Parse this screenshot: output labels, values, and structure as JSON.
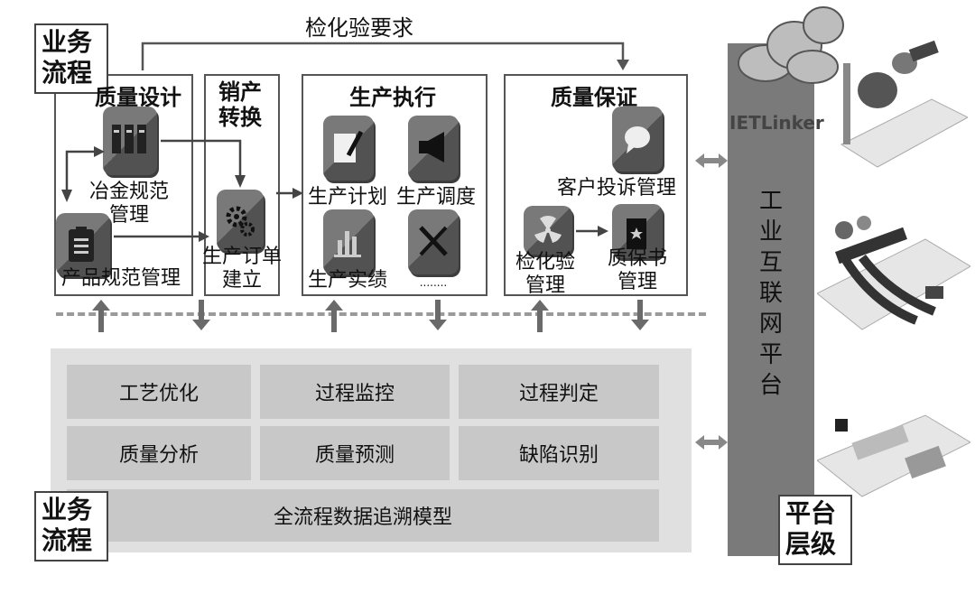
{
  "top_arrow_label": "检化验要求",
  "business_flow_top": "业务\n流程",
  "business_flow_bottom": "业务\n流程",
  "platform_level": "平台\n层级",
  "platform_brand": "IETLinker",
  "platform_column": "工\n业\n互\n联\n网\n平\n台",
  "sections": {
    "quality_design": {
      "title": "质量设计",
      "items": [
        "冶金规范\n管理",
        "产品规范管理"
      ]
    },
    "sales_conversion": {
      "title": "销产\n转换",
      "items": [
        "生产订单\n建立"
      ]
    },
    "production_execution": {
      "title": "生产执行",
      "items": [
        "生产计划",
        "生产调度",
        "生产实绩",
        "........"
      ]
    },
    "quality_assurance": {
      "title": "质量保证",
      "items": [
        "客户投诉管理",
        "检化验\n管理",
        "质保书\n管理"
      ]
    }
  },
  "grid": {
    "row1": [
      "工艺优化",
      "过程监控",
      "过程判定"
    ],
    "row2": [
      "质量分析",
      "质量预测",
      "缺陷识别"
    ],
    "footer": "全流程数据追溯模型"
  },
  "colors": {
    "platform_bar": "#7a7a7a",
    "grid_cell": "#c8c8c8",
    "grid_bg": "#e0e0e0",
    "icon": "#6e6e6e"
  }
}
